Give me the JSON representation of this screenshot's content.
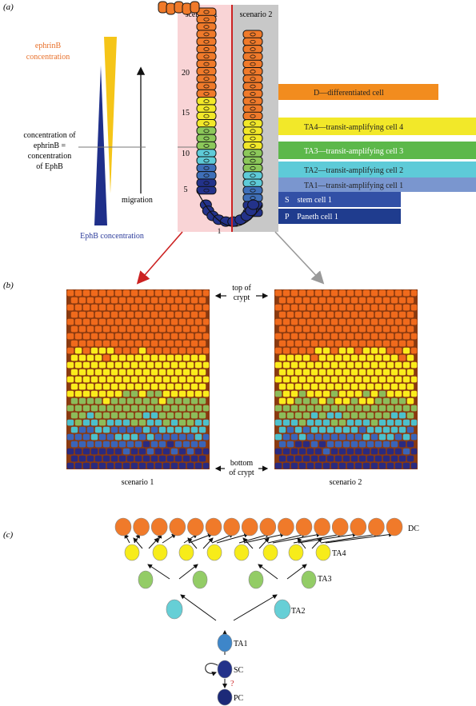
{
  "panels": {
    "a": "(a)",
    "b": "(b)",
    "c": "(c)"
  },
  "gradients": {
    "ephrinb_line1": "ephrinB",
    "ephrinb_line2": "concentration",
    "ephb_label": "EphB concentration",
    "equal_line1": "concentration of",
    "equal_line2": "ephrinB =",
    "equal_line3": "concentration",
    "equal_line4": "of EphB",
    "migration": "migration",
    "colors": {
      "ephrinb": "#f5c518",
      "ephb": "#1f2f8a",
      "ephrinb_text": "#e8702a",
      "ephb_text": "#2a3a9a"
    }
  },
  "crypt": {
    "scenario1": "scenario 1",
    "scenario2": "scenario 2",
    "position_ticks": [
      "20",
      "15",
      "10",
      "5",
      "1"
    ],
    "colors": {
      "scenario1_bg": "#f9d4d6",
      "scenario2_bg": "#c8c8c8",
      "divider": "#cc2222"
    }
  },
  "legend": [
    {
      "label": "D—differentiated cell",
      "color": "#f28c1e",
      "text_color": "#222222"
    },
    {
      "label": "TA4—transit-amplifying cell 4",
      "color": "#f2e829",
      "text_color": "#222222"
    },
    {
      "label": "TA3—transit-amplifying cell 3",
      "color": "#5cb84a",
      "text_color": "#ffffff"
    },
    {
      "label": "TA2—transit-amplifying cell 2",
      "color": "#5ecbd8",
      "text_color": "#222222"
    },
    {
      "label": "TA1—transit-amplifying cell 1",
      "color": "#7a96cf",
      "text_color": "#222222"
    },
    {
      "label": "S    stem cell 1",
      "color": "#3250a6",
      "text_color": "#ffffff"
    },
    {
      "label": "P    Paneth cell 1",
      "color": "#1f3c8e",
      "text_color": "#ffffff"
    }
  ],
  "simulation": {
    "top_label_line1": "top of",
    "top_label_line2": "crypt",
    "bottom_label_line1": "bottom",
    "bottom_label_line2": "of crypt",
    "caption_left": "scenario 1",
    "caption_right": "scenario 2"
  },
  "lineage": {
    "DC": "DC",
    "TA4": "TA4",
    "TA3": "TA3",
    "TA2": "TA2",
    "TA1": "TA1",
    "SC": "SC",
    "PC": "PC",
    "question": "?",
    "colors": {
      "DC": "#f07a2a",
      "TA4": "#f7ec1a",
      "TA3": "#93cc66",
      "TA2": "#66cfd6",
      "TA1": "#3e86c9",
      "SC": "#23328a",
      "PC": "#1c2a78"
    }
  }
}
